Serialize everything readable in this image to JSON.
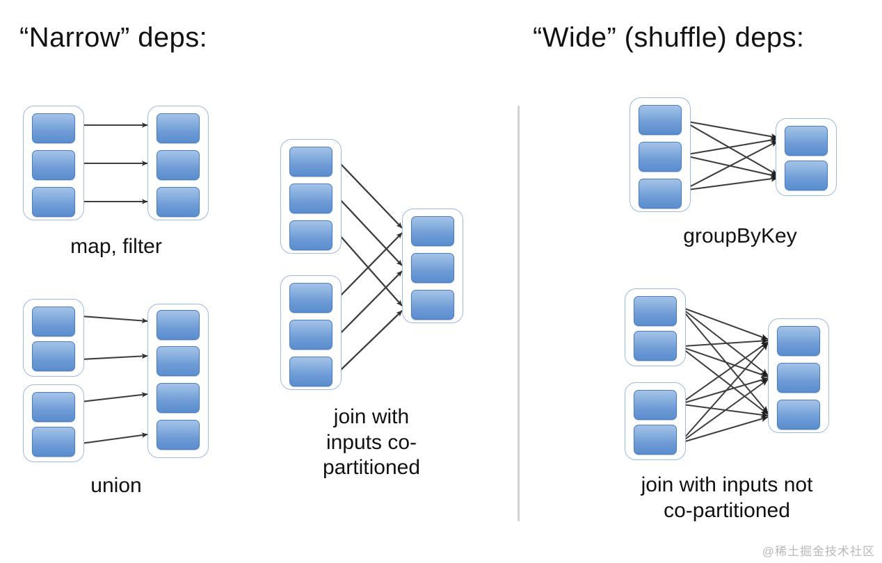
{
  "slide": {
    "background": "#ffffff",
    "block_fill_top": "#a4c2e8",
    "block_fill_bottom": "#5b8dce",
    "block_border": "#4a7ebb",
    "group_border": "#9cb9e0",
    "arrow_color": "#3d3d3d",
    "divider_color": "#d3d3d3",
    "text_color": "#111111"
  },
  "headings": {
    "left": "“Narrow” deps:",
    "right": "“Wide” (shuffle) deps:"
  },
  "captions": {
    "map_filter": "map, filter",
    "union": "union",
    "join_co_partitioned": "join with\ninputs co-\npartitioned",
    "group_by_key": "groupByKey",
    "join_not_co_partitioned": "join with inputs not\nco-partitioned"
  },
  "diagrams": [
    {
      "id": "map-filter",
      "caption": "map, filter",
      "source_groups": [
        {
          "blocks": 3
        }
      ],
      "target_groups": [
        {
          "blocks": 3
        }
      ],
      "edge_count": 3,
      "edge_type": "one-to-one"
    },
    {
      "id": "union",
      "caption": "union",
      "source_groups": [
        {
          "blocks": 2
        },
        {
          "blocks": 2
        }
      ],
      "target_groups": [
        {
          "blocks": 4
        }
      ],
      "edge_count": 4,
      "edge_type": "one-to-one"
    },
    {
      "id": "join-co-partitioned",
      "caption": "join with inputs co-partitioned",
      "source_groups": [
        {
          "blocks": 3
        },
        {
          "blocks": 3
        }
      ],
      "target_groups": [
        {
          "blocks": 3
        }
      ],
      "edge_count": 6,
      "edge_type": "two-to-one"
    },
    {
      "id": "group-by-key",
      "caption": "groupByKey",
      "source_groups": [
        {
          "blocks": 3
        }
      ],
      "target_groups": [
        {
          "blocks": 2
        }
      ],
      "edge_count": 6,
      "edge_type": "all-to-all"
    },
    {
      "id": "join-not-co-partitioned",
      "caption": "join with inputs not co-partitioned",
      "source_groups": [
        {
          "blocks": 2
        },
        {
          "blocks": 2
        }
      ],
      "target_groups": [
        {
          "blocks": 3
        }
      ],
      "edge_count": 12,
      "edge_type": "all-to-all"
    }
  ],
  "watermark": "@稀土掘金技术社区"
}
